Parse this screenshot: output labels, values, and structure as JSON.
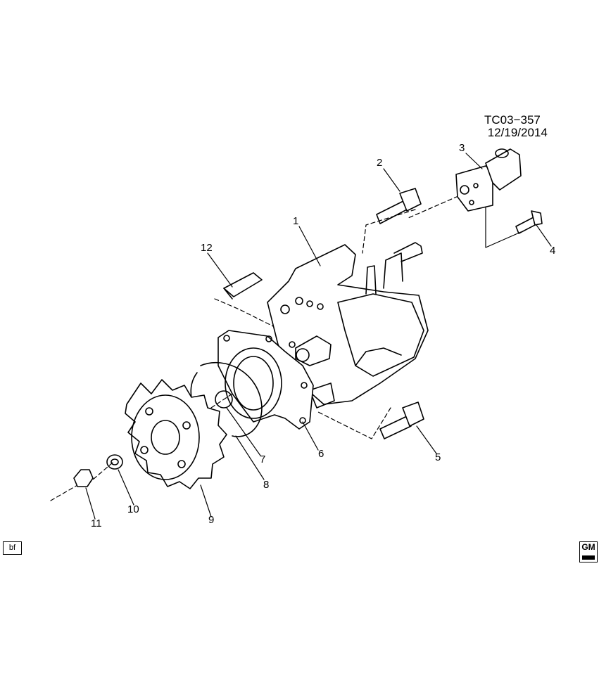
{
  "reference": {
    "code": "TC03−357",
    "date": "12/19/2014"
  },
  "callouts": [
    "1",
    "2",
    "3",
    "4",
    "5",
    "6",
    "7",
    "8",
    "9",
    "10",
    "11",
    "12"
  ],
  "tag": "bf",
  "logo": "GM"
}
